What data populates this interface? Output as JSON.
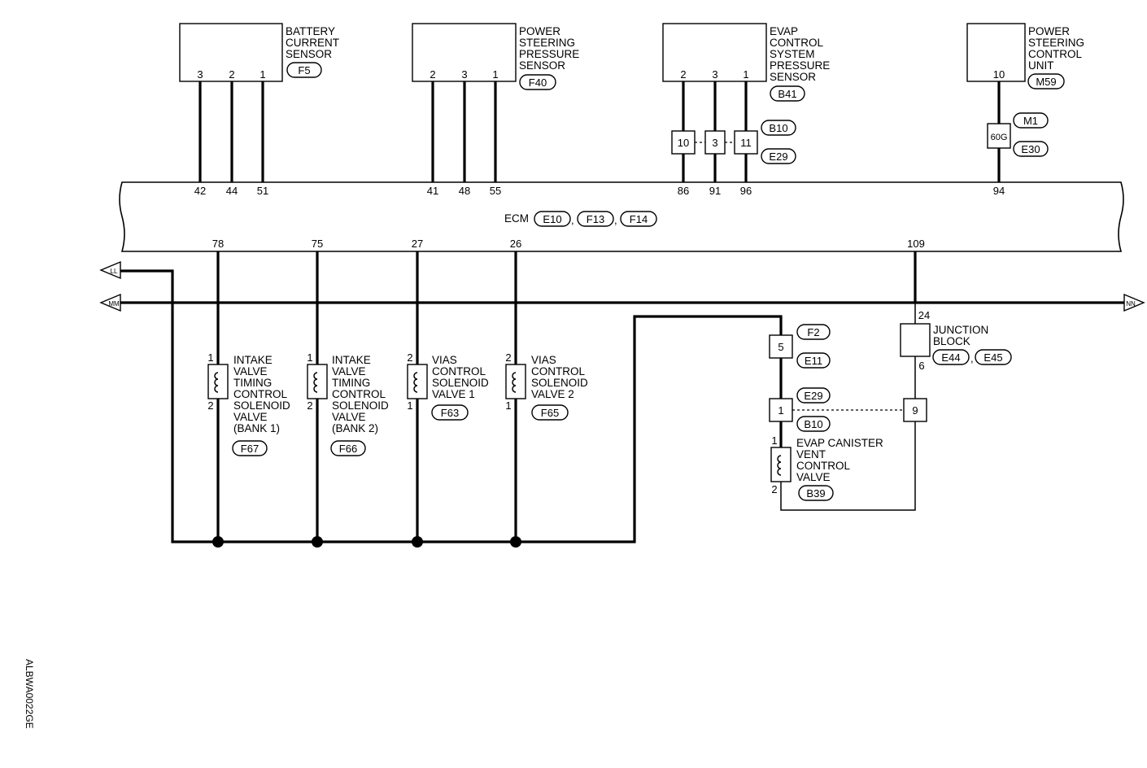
{
  "ecm": {
    "label": "ECM",
    "connectors": [
      "E10",
      "F13",
      "F14"
    ]
  },
  "components": {
    "battery_sensor": {
      "lines": [
        "BATTERY",
        "CURRENT",
        "SENSOR"
      ],
      "connector": "F5",
      "pins": [
        "3",
        "2",
        "1"
      ],
      "ecm_pins": [
        "42",
        "44",
        "51"
      ]
    },
    "ps_pressure_sensor": {
      "lines": [
        "POWER",
        "STEERING",
        "PRESSURE",
        "SENSOR"
      ],
      "connector": "F40",
      "pins": [
        "2",
        "3",
        "1"
      ],
      "ecm_pins": [
        "41",
        "48",
        "55"
      ]
    },
    "evap_pressure_sensor": {
      "lines": [
        "EVAP",
        "CONTROL",
        "SYSTEM",
        "PRESSURE",
        "SENSOR"
      ],
      "connector": "B41",
      "pins": [
        "2",
        "3",
        "1"
      ],
      "inline_pins": [
        "10",
        "3",
        "11"
      ],
      "inline_connectors": [
        "B10",
        "E29"
      ],
      "ecm_pins": [
        "86",
        "91",
        "96"
      ]
    },
    "ps_control_unit": {
      "lines": [
        "POWER",
        "STEERING",
        "CONTROL",
        "UNIT"
      ],
      "connector": "M59",
      "pin": "10",
      "inline_pin": "60G",
      "inline_connectors": [
        "M1",
        "E30"
      ],
      "ecm_pin": "94"
    },
    "ivt_bank1": {
      "lines": [
        "INTAKE",
        "VALVE",
        "TIMING",
        "CONTROL",
        "SOLENOID",
        "VALVE",
        "(BANK 1)"
      ],
      "connector": "F67",
      "pins": [
        "1",
        "2"
      ],
      "ecm_pin": "78"
    },
    "ivt_bank2": {
      "lines": [
        "INTAKE",
        "VALVE",
        "TIMING",
        "CONTROL",
        "SOLENOID",
        "VALVE",
        "(BANK 2)"
      ],
      "connector": "F66",
      "pins": [
        "1",
        "2"
      ],
      "ecm_pin": "75"
    },
    "vias1": {
      "lines": [
        "VIAS",
        "CONTROL",
        "SOLENOID",
        "VALVE 1"
      ],
      "connector": "F63",
      "pins": [
        "2",
        "1"
      ],
      "ecm_pin": "27"
    },
    "vias2": {
      "lines": [
        "VIAS",
        "CONTROL",
        "SOLENOID",
        "VALVE 2"
      ],
      "connector": "F65",
      "pins": [
        "2",
        "1"
      ],
      "ecm_pin": "26"
    },
    "evap_vent_valve": {
      "lines": [
        "EVAP CANISTER",
        "VENT",
        "CONTROL",
        "VALVE"
      ],
      "connector": "B39",
      "pins": [
        "1",
        "2"
      ],
      "inline_top_pin": "5",
      "inline_top_connectors": [
        "F2",
        "E11"
      ],
      "inline_mid_pin": "1",
      "inline_mid_connectors": [
        "E29",
        "B10"
      ]
    },
    "junction_block": {
      "lines": [
        "JUNCTION",
        "BLOCK"
      ],
      "connectors": [
        "E44",
        "E45"
      ],
      "pins": [
        "24",
        "6"
      ],
      "inline_pin": "9",
      "ecm_pin": "109"
    }
  },
  "arrows": {
    "left_top": "LL",
    "left_mid": "MM",
    "right_mid": "NN"
  },
  "figure_id": "ALBWA0022GE"
}
